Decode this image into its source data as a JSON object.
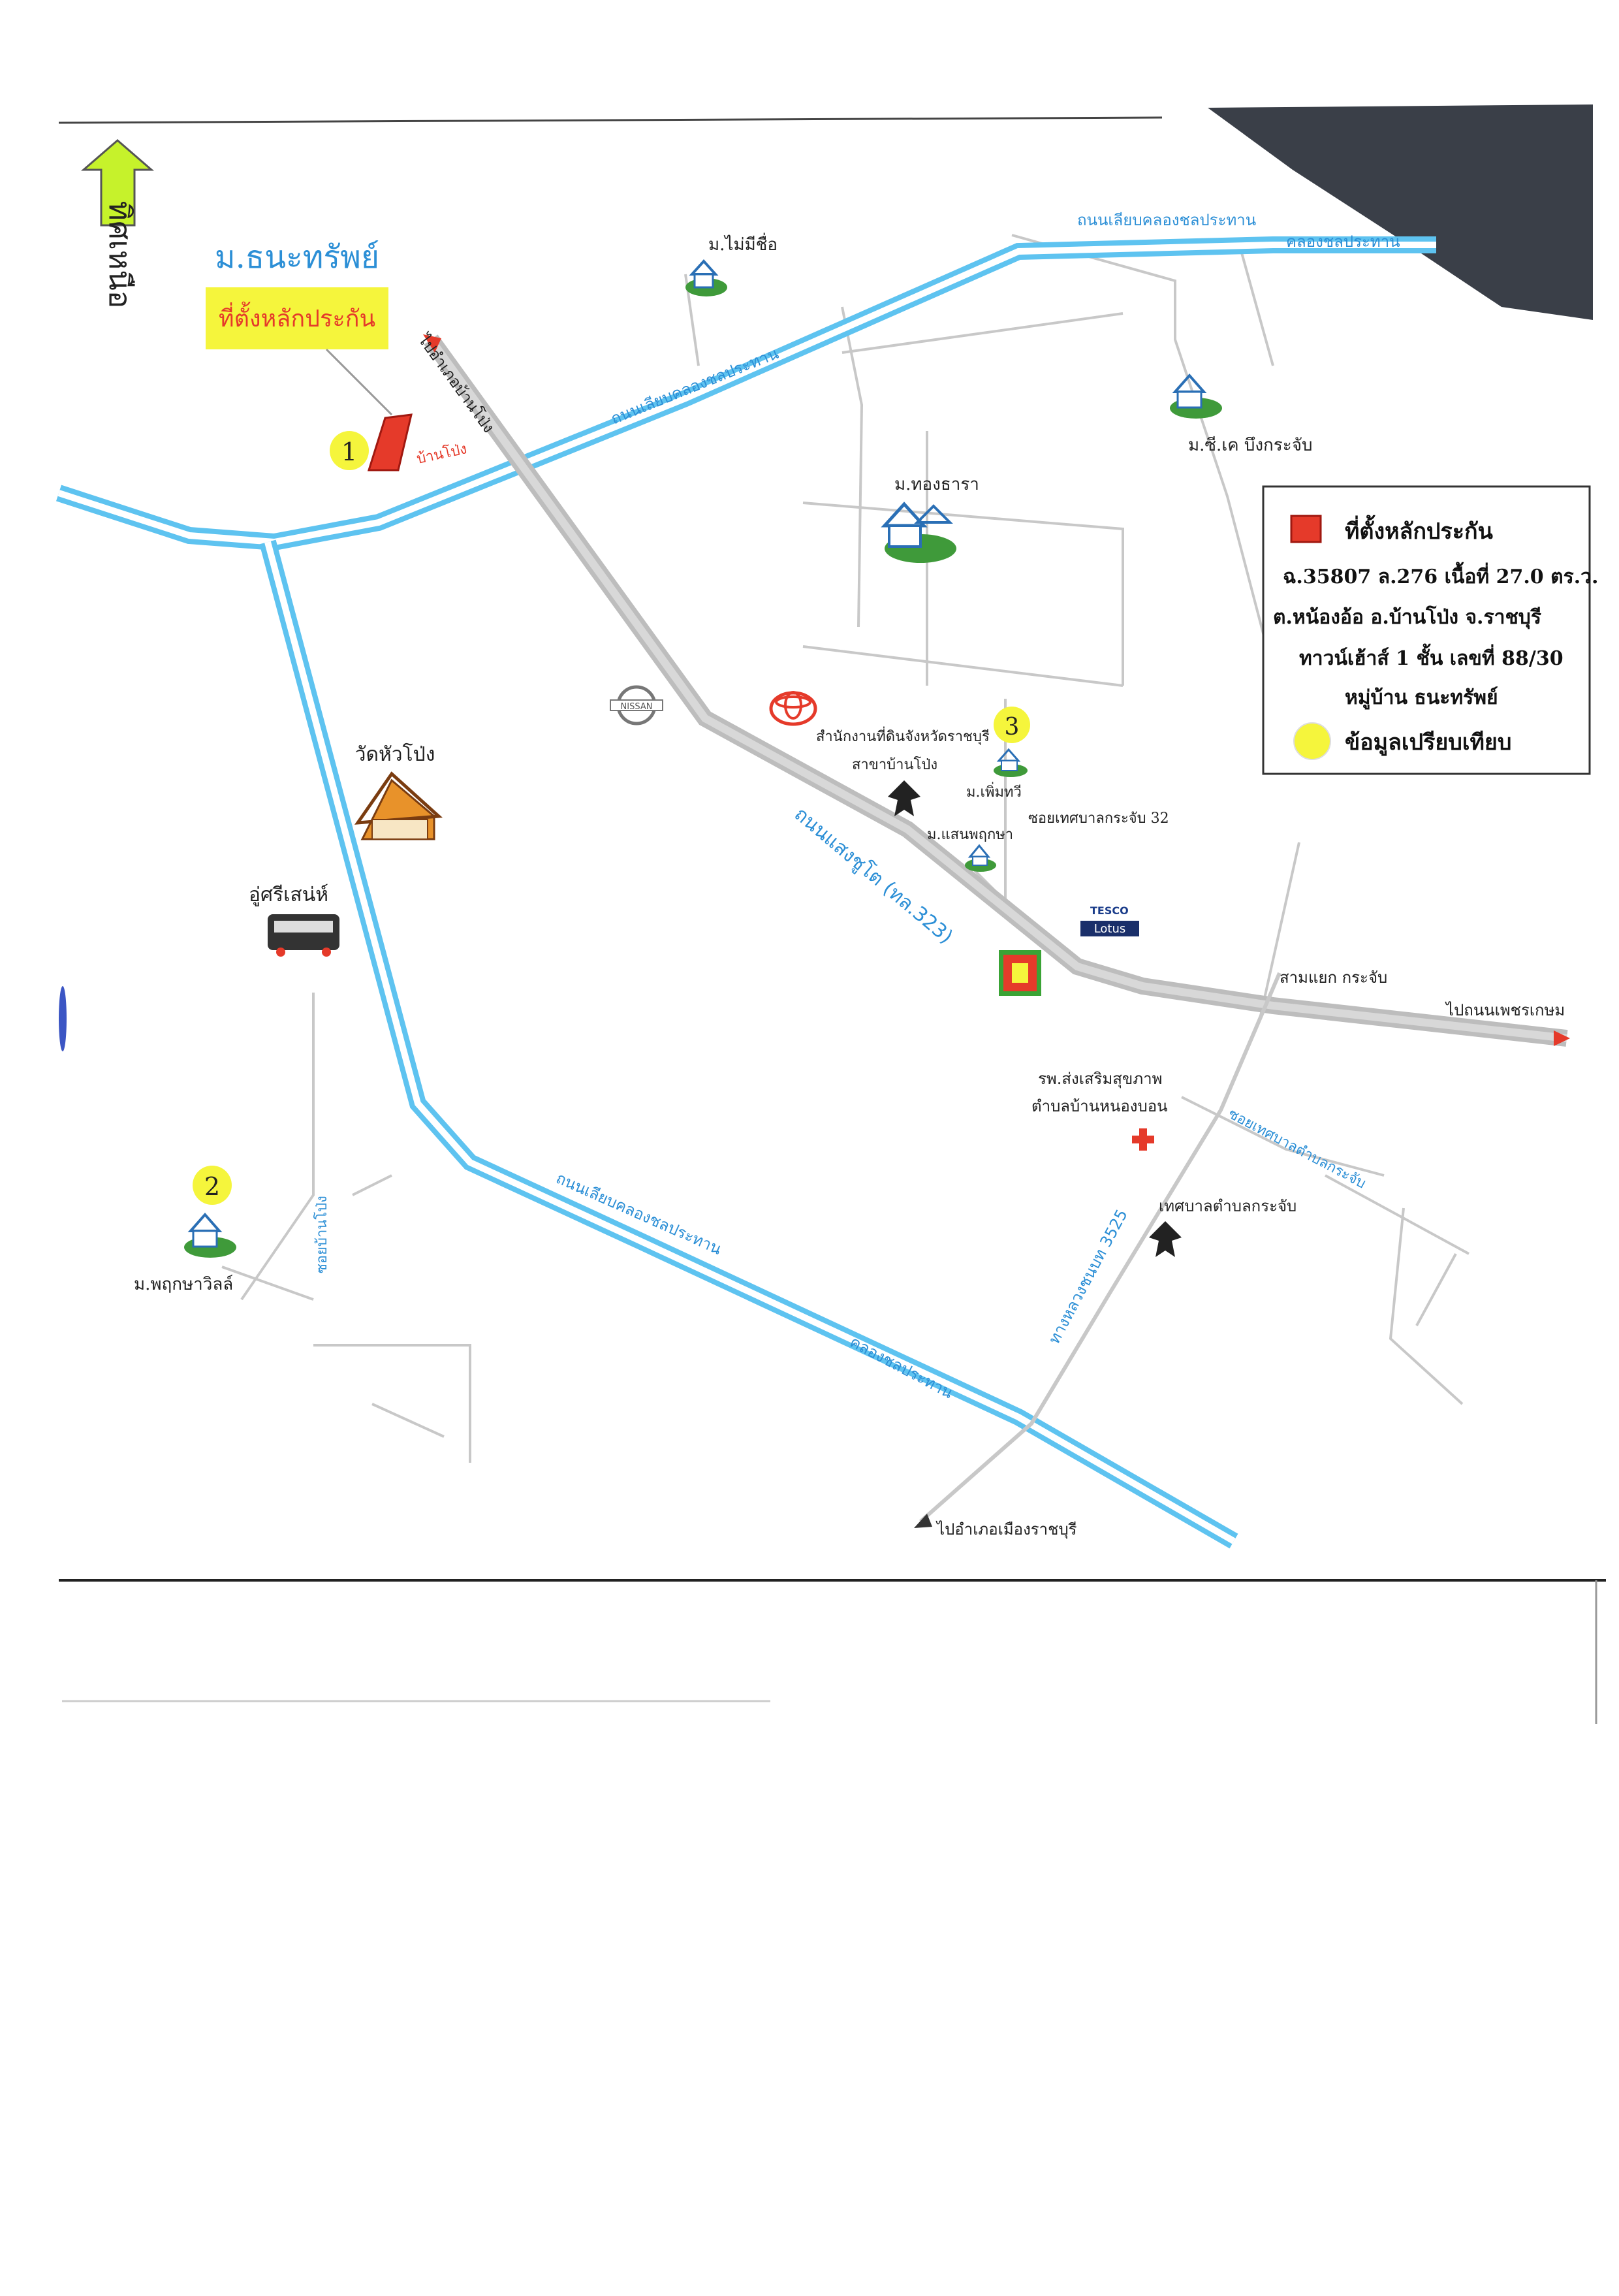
{
  "north_label": "ทิศเหนือ",
  "village_title": "ม.ธนะทรัพย์",
  "collateral_callout": "ที่ตั้งหลักประกัน",
  "markers": {
    "m1": "1",
    "m2": "2",
    "m3": "3"
  },
  "legend": {
    "title": "ที่ตั้งหลักประกัน",
    "line1": "ฉ.35807 ล.276 เนื้อที่ 27.0 ตร.ว.",
    "line2": "ต.หน้องอ้อ อ.บ้านโป่ง จ.ราชบุรี",
    "line3": "ทาวน์เฮ้าส์ 1 ชั้น เลขที่ 88/30",
    "line4": "หมู่บ้าน ธนะทรัพย์",
    "comparison": "ข้อมูลเปรียบเทียบ"
  },
  "places": {
    "mai_mi_chue": "ม.ไม่มีชื่อ",
    "cheek_bueng": "ม.ซี.เค บึงกระจับ",
    "thong_thara": "ม.ทองธารา",
    "wat": "วัดหัวโป่ง",
    "garage": "อู่ศรีเสน่ห์",
    "land_office": "สำนักงานที่ดินจังหวัดราชบุรี",
    "land_office2": "สาขาบ้านโป่ง",
    "phoem_thawee": "ม.เพิ่มทวี",
    "saen_phrukkha": "ม.แสนพฤกษา",
    "soi": "ซอยเทศบาลกระจับ 32",
    "phrukkha_villa": "ม.พฤกษาวิลล์",
    "hospital": "รพ.ส่งเสริมสุขภาพ",
    "hospital2": "ตำบลบ้านหนองบอน",
    "municipality": "เทศบาลตำบลกระจับ",
    "intersection": "สามแยก กระจับ",
    "to_phet_kasem": "ไปถนนเพชรเกษม",
    "to_ban_pong": "ไปอำเภอบ้านโป่ง",
    "to_ratchaburi": "ไปอำเภอเมืองราชบุรี",
    "ban_pong_short": "บ้านโป่ง"
  },
  "roads": {
    "canal_top": "ถนนเลียบคลองชลประทาน",
    "canal_top_right": "คลองชลประทาน",
    "canal_road_left": "ถนนเลียบคลองชลประทาน",
    "saeng_chuto": "ถนนแสงชูโต (ทล.323)",
    "canal_bottom": "ถนนเลียบคลองชลประทาน",
    "canal_bottom2": "คลองชลประทาน",
    "thang_luang": "ทางหลวงชนบท 3525",
    "left_vertical": "ซอยบ้านโป่ง",
    "right_diag": "ซอยเทศบาลตำบลกระจับ"
  },
  "brands": {
    "nissan": "NISSAN",
    "tesco": "TESCO",
    "lotus": "Lotus"
  },
  "colors": {
    "water": "#5ec3f0",
    "highway": "#bdbdbd",
    "marker": "#f5f53c",
    "callout": "#f5f53c",
    "collateral": "#e53a2a",
    "village_green": "#3f9a3a",
    "road_label": "#2c8fd6"
  }
}
